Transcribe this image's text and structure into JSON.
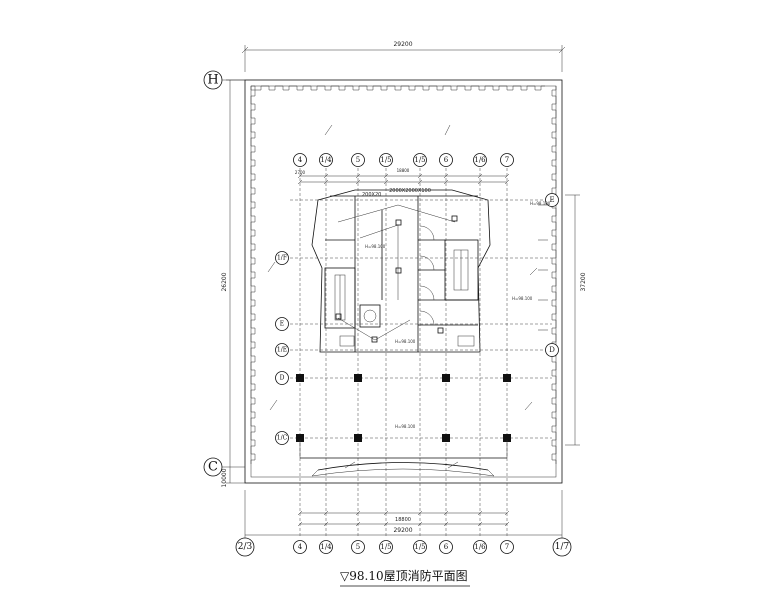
{
  "drawing": {
    "title": "▽98.10屋顶消防平面图",
    "dims": {
      "top_overall": "29200",
      "bottom_overall": "29200",
      "left_overall": "26200",
      "right_overall": "37200",
      "core_top": "18800",
      "core_bottom": "18800",
      "bottom_left_small": "10000",
      "core_label": "2000X2000X100",
      "core_label_prefix": "200X20"
    },
    "axes": {
      "left_top": "H",
      "left_bottom": "C",
      "bottom_left": "2/3",
      "bottom_right": "1/7",
      "top_row": [
        "4",
        "1/4",
        "5",
        "1/5",
        "1/5",
        "6",
        "1/6",
        "7"
      ],
      "bottom_row": [
        "4",
        "1/4",
        "5",
        "1/5",
        "1/5",
        "6",
        "1/6",
        "7"
      ],
      "left_inner": [
        "1/F",
        "E",
        "1/E",
        "D",
        "1/C"
      ],
      "right_inner": [
        "E",
        "D"
      ]
    },
    "levels": {
      "small": [
        "H=98.100",
        "H=98.100",
        "H=98.100",
        "H=98.100",
        "H=98.100"
      ]
    }
  }
}
